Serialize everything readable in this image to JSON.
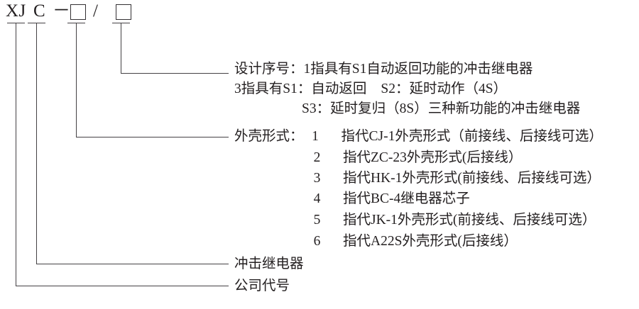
{
  "title_code": {
    "tokens": [
      {
        "text": "XJ"
      },
      {
        "text": "C"
      },
      {
        "text": "－"
      },
      {
        "text": "box"
      },
      {
        "text": "/"
      },
      {
        "text": "box"
      }
    ],
    "labels": {
      "prefix": "XJ",
      "series": "C",
      "dash": "－",
      "slash": "/"
    }
  },
  "annotations": {
    "design_serial": {
      "label": "设计序号：",
      "line1_value": "1指具有S1自动返回功能的冲击继电器",
      "line2": "3指具有S1：自动返回",
      "line2b": "S2：延时动作（4S）",
      "line3": "S3：延时复归（8S）三种新功能的冲击继电器"
    },
    "shell_form": {
      "label": "外壳形式：",
      "items": [
        {
          "num": "1",
          "desc": "指代CJ-1外壳形式（前接线、后接线可选）"
        },
        {
          "num": "2",
          "desc": "指代ZC-23外壳形式(后接线）"
        },
        {
          "num": "3",
          "desc": "指代HK-1外壳形式(前接线、后接线可选）"
        },
        {
          "num": "4",
          "desc": "指代BC-4继电器芯子"
        },
        {
          "num": "5",
          "desc": "指代JK-1外壳形式(前接线、后接线可选）"
        },
        {
          "num": "6",
          "desc": "指代A22S外壳形式(后接线）"
        }
      ]
    },
    "product_type": {
      "label": "冲击继电器"
    },
    "company_code": {
      "label": "公司代号"
    }
  },
  "colors": {
    "line": "#444144",
    "text": "#231f20",
    "background": "#ffffff"
  }
}
